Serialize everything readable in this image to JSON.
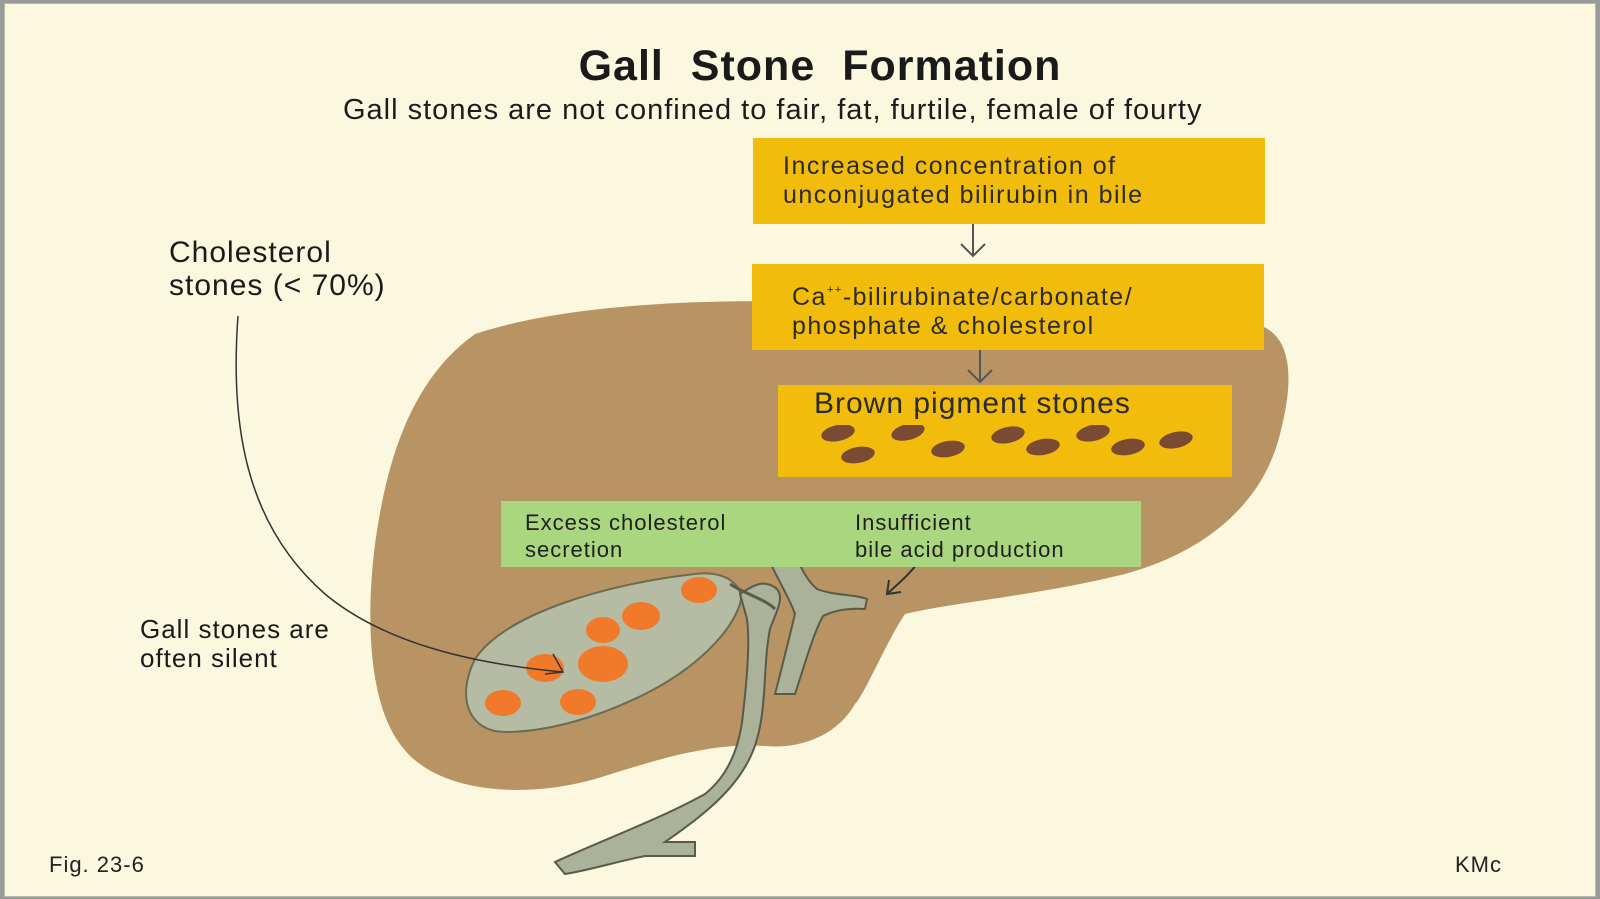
{
  "title": "Gall  Stone  Formation",
  "subtitle": "Gall stones are not confined to fair, fat, furtile, female of fourty",
  "boxes": {
    "bilirubin_line1": "Increased concentration of",
    "bilirubin_line2": "unconjugated bilirubin in bile",
    "calcium_prefix": "Ca",
    "calcium_sup": "++",
    "calcium_line1_rest": "-bilirubinate/carbonate/",
    "calcium_line2": "phosphate & cholesterol",
    "brown": "Brown pigment stones",
    "excess_line1": "Excess cholesterol",
    "excess_line2": "secretion",
    "insufficient_line1": "Insufficient",
    "insufficient_line2": "bile acid production"
  },
  "labels": {
    "cholesterol_line1": "Cholesterol",
    "cholesterol_line2": "stones (< 70%)",
    "silent_line1": "Gall stones are",
    "silent_line2": "often silent"
  },
  "footer": {
    "figure": "Fig. 23-6",
    "credit": "KMc"
  },
  "colors": {
    "background": "#fcf8df",
    "liver": "#b89465",
    "gallbladder": "#b6bca3",
    "duct": "#aab29a",
    "cholesterol_stones": "#f07a2a",
    "pigment_stones": "#7b4a33",
    "yellow_box": "#f2bc0c",
    "green_box": "#a9d67f"
  }
}
